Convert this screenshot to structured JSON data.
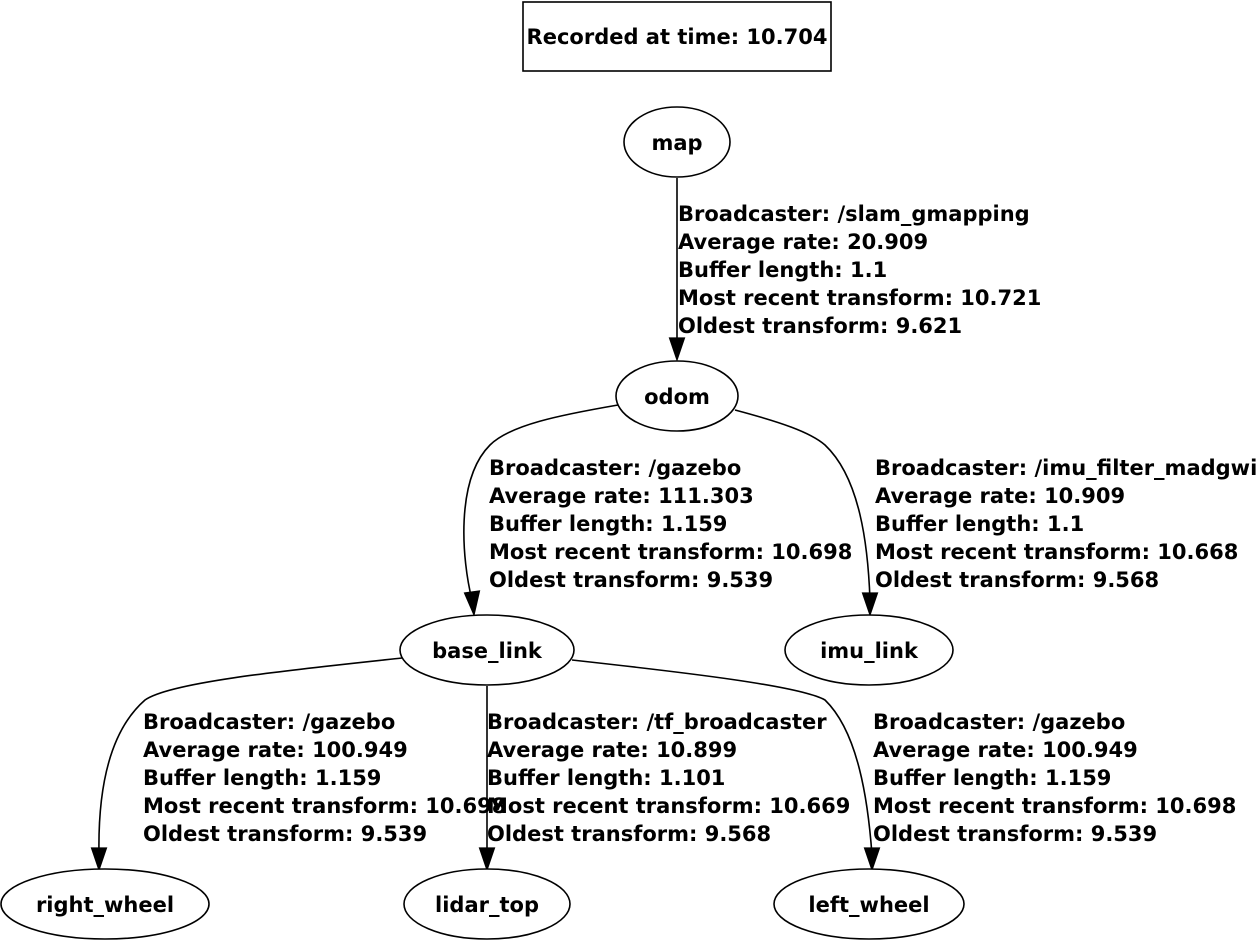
{
  "title": "Recorded at time: 10.704",
  "nodes": {
    "map": "map",
    "odom": "odom",
    "base_link": "base_link",
    "imu_link": "imu_link",
    "right_wheel": "right_wheel",
    "lidar_top": "lidar_top",
    "left_wheel": "left_wheel"
  },
  "edges": {
    "map_odom": {
      "parent": "map",
      "child": "odom",
      "broadcaster": "Broadcaster: /slam_gmapping",
      "average_rate": "Average rate: 20.909",
      "buffer_length": "Buffer length: 1.1",
      "most_recent": "Most recent transform: 10.721",
      "oldest": "Oldest transform: 9.621"
    },
    "odom_base_link": {
      "parent": "odom",
      "child": "base_link",
      "broadcaster": "Broadcaster: /gazebo",
      "average_rate": "Average rate: 111.303",
      "buffer_length": "Buffer length: 1.159",
      "most_recent": "Most recent transform: 10.698",
      "oldest": "Oldest transform: 9.539"
    },
    "odom_imu_link": {
      "parent": "odom",
      "child": "imu_link",
      "broadcaster": "Broadcaster: /imu_filter_madgwick",
      "average_rate": "Average rate: 10.909",
      "buffer_length": "Buffer length: 1.1",
      "most_recent": "Most recent transform: 10.668",
      "oldest": "Oldest transform: 9.568"
    },
    "base_link_right_wheel": {
      "parent": "base_link",
      "child": "right_wheel",
      "broadcaster": "Broadcaster: /gazebo",
      "average_rate": "Average rate: 100.949",
      "buffer_length": "Buffer length: 1.159",
      "most_recent": "Most recent transform: 10.698",
      "oldest": "Oldest transform: 9.539"
    },
    "base_link_lidar_top": {
      "parent": "base_link",
      "child": "lidar_top",
      "broadcaster": "Broadcaster: /tf_broadcaster",
      "average_rate": "Average rate: 10.899",
      "buffer_length": "Buffer length: 1.101",
      "most_recent": "Most recent transform: 10.669",
      "oldest": "Oldest transform: 9.568"
    },
    "base_link_left_wheel": {
      "parent": "base_link",
      "child": "left_wheel",
      "broadcaster": "Broadcaster: /gazebo",
      "average_rate": "Average rate: 100.949",
      "buffer_length": "Buffer length: 1.159",
      "most_recent": "Most recent transform: 10.698",
      "oldest": "Oldest transform: 9.539"
    }
  }
}
